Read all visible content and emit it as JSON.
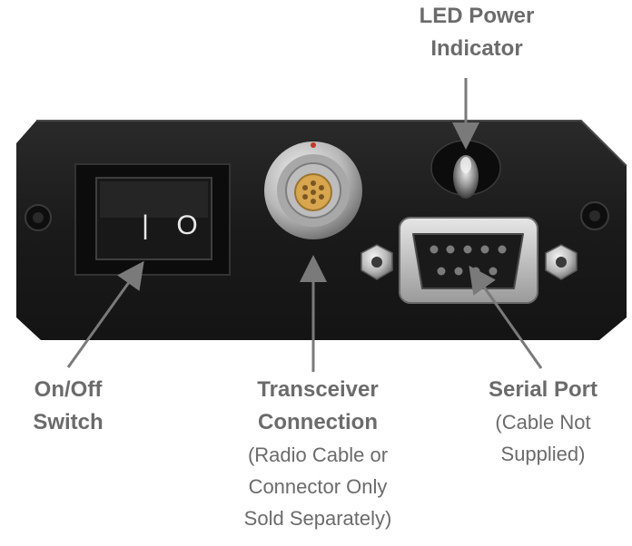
{
  "labels": {
    "led_power": {
      "line1": "LED Power",
      "line2": "Indicator"
    },
    "switch": {
      "line1": "On/Off",
      "line2": "Switch"
    },
    "transceiver": {
      "line1": "Transceiver",
      "line2": "Connection",
      "note1": "(Radio Cable or",
      "note2": "Connector Only",
      "note3": "Sold Separately)"
    },
    "serial": {
      "line1": "Serial Port",
      "note1": "(Cable Not",
      "note2": "Supplied)"
    }
  },
  "switch_marks": {
    "on": "|",
    "off": "O"
  },
  "colors": {
    "panel": "#1c1c1c",
    "label_text": "#6b6b6b",
    "arrow": "#7a7a7a",
    "connector_gold": "#d7a64f"
  },
  "icons": [
    "rocker-switch-icon",
    "circular-connector-icon",
    "led-indicator-icon",
    "db9-serial-port-icon",
    "hex-nut-icon",
    "screw-icon"
  ]
}
